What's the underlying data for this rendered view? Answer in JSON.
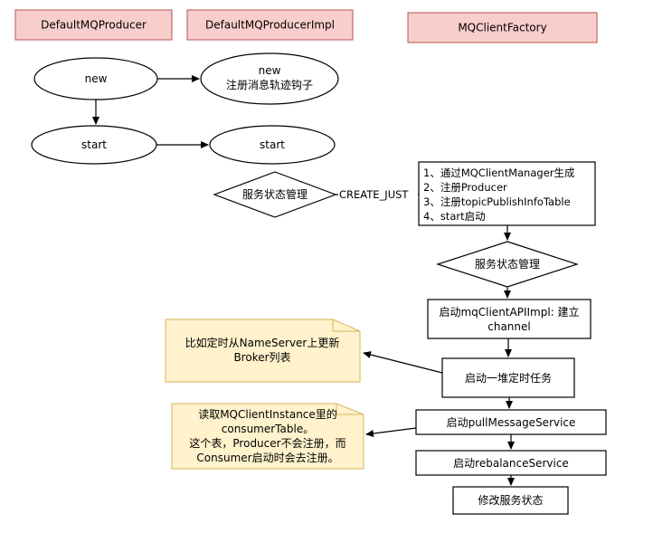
{
  "headers": {
    "producer": "DefaultMQProducer",
    "producer_impl": "DefaultMQProducerImpl",
    "client_factory": "MQClientFactory"
  },
  "nodes": {
    "new_left": "new",
    "new_right_line1": "new",
    "new_right_line2": "注册消息轨迹钩子",
    "start_left": "start",
    "start_right": "start",
    "state_check_left": "服务状态管理",
    "create_just": "CREATE_JUST",
    "factory_steps": [
      "1、通过MQClientManager生成",
      "2、注册Producer",
      "3、注册topicPublishInfoTable",
      "4、start启动"
    ],
    "state_check_right": "服务状态管理",
    "start_api_line1": "启动mqClientAPIImpl: 建立",
    "start_api_line2": "channel",
    "start_timers": "启动一堆定时任务",
    "start_pull": "启动pullMessageService",
    "start_rebalance": "启动rebalanceService",
    "modify_state": "修改服务状态"
  },
  "notes": {
    "timer_note": [
      "比如定时从NameServer上更新",
      "Broker列表"
    ],
    "pull_note": [
      "读取MQClientInstance里的",
      "consumerTable。",
      "这个表，Producer不会注册，而",
      "Consumer启动时会去注册。"
    ]
  },
  "colors": {
    "header_fill": "#f8cecc",
    "header_stroke": "#b85450",
    "note_fill": "#fff2cc",
    "note_stroke": "#d6b656",
    "line": "#000000"
  }
}
